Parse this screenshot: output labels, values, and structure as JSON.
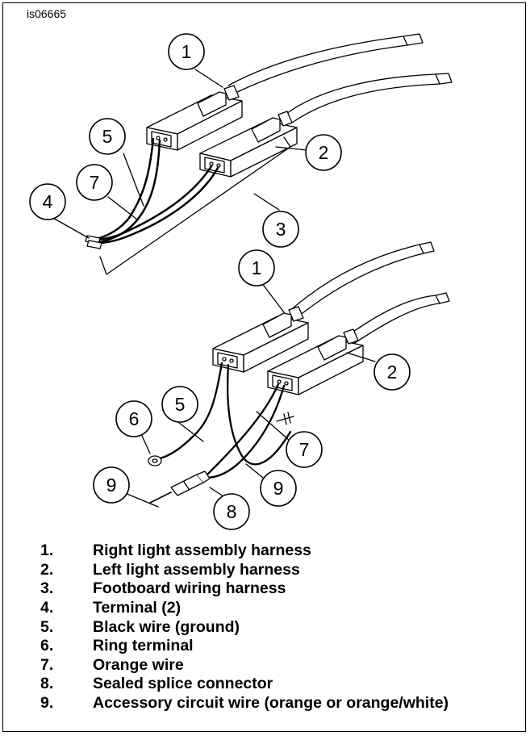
{
  "figure": {
    "id_label": "is06665"
  },
  "callouts": {
    "top": [
      "1",
      "2",
      "3",
      "4",
      "5",
      "7"
    ],
    "bottom": [
      "1",
      "2",
      "5",
      "6",
      "7",
      "8",
      "9",
      "9"
    ]
  },
  "legend": [
    {
      "num": "1.",
      "text": "Right light assembly harness"
    },
    {
      "num": "2.",
      "text": "Left light assembly harness"
    },
    {
      "num": "3.",
      "text": "Footboard wiring harness"
    },
    {
      "num": "4.",
      "text": "Terminal (2)"
    },
    {
      "num": "5.",
      "text": "Black wire (ground)"
    },
    {
      "num": "6.",
      "text": "Ring terminal"
    },
    {
      "num": "7.",
      "text": "Orange wire"
    },
    {
      "num": "8.",
      "text": "Sealed splice connector"
    },
    {
      "num": "9.",
      "text": "Accessory circuit wire (orange or orange/white)"
    }
  ]
}
